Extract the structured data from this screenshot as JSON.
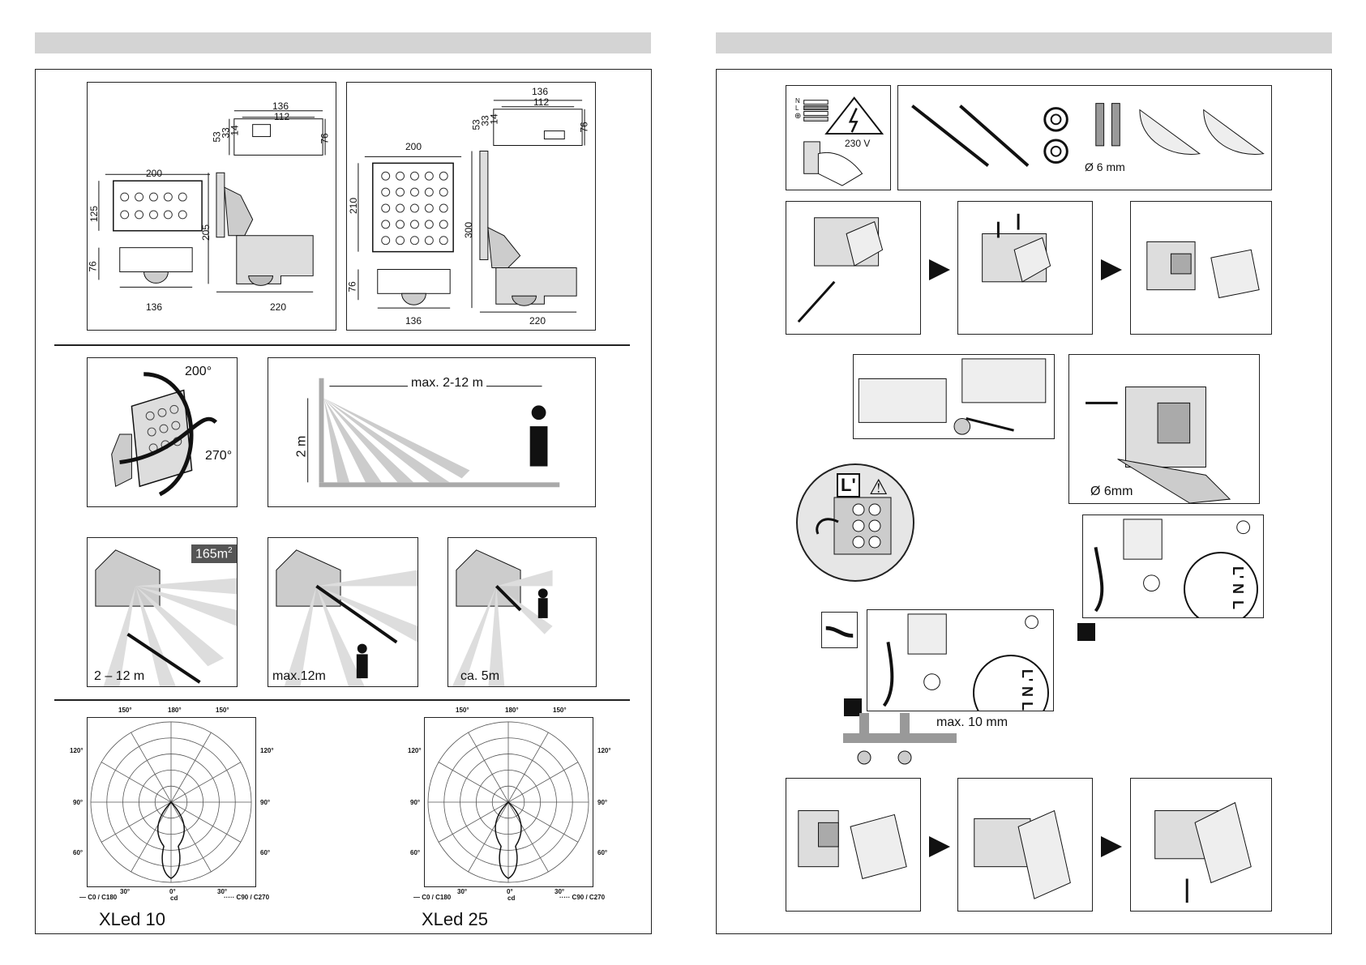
{
  "left_page": {
    "dimensions": {
      "xled10": {
        "top_width": "136",
        "inner_width": "112",
        "d53": "53",
        "d33": "33",
        "d14": "14",
        "d76_side": "76",
        "front_width": "200",
        "front_height": "125",
        "mid_height": "205",
        "bottom_height": "76",
        "bottom_width": "136",
        "depth": "220"
      },
      "xled25": {
        "top_width": "136",
        "inner_width": "112",
        "d53": "53",
        "d33": "33",
        "d14": "14",
        "d76_side": "76",
        "front_width": "200",
        "front_height": "210",
        "mid_height": "300",
        "bottom_height": "76",
        "bottom_width": "136",
        "depth": "220"
      }
    },
    "rotation": {
      "angle1": "200°",
      "angle2": "270°"
    },
    "range_diagram": {
      "max": "max. 2-12 m",
      "height": "2 m"
    },
    "coverage": {
      "area": "165",
      "area_unit": "m",
      "area_sup": "2",
      "label1": "2 – 12 m",
      "label2": "max.12m",
      "label3": "ca. 5m"
    },
    "polar_labels": {
      "deg150": "150°",
      "deg180": "180°",
      "deg120": "120°",
      "deg90": "90°",
      "deg60": "60°",
      "deg30": "30°",
      "deg0": "0°",
      "cd": "cd",
      "legend_left": "C0 / C180",
      "legend_right": "C90 / C270"
    },
    "model1": "XLed 10",
    "model2": "XLed 25"
  },
  "right_page": {
    "voltage": "230 V",
    "drill1": "Ø 6 mm",
    "drill2": "Ø 6mm",
    "terminal_L": "L'",
    "wiring_labels": {
      "Lp": "L'",
      "N": "N",
      "L": "L"
    },
    "cable": "max. 10 mm",
    "mains_top": [
      "N",
      "L",
      "⊕"
    ]
  }
}
